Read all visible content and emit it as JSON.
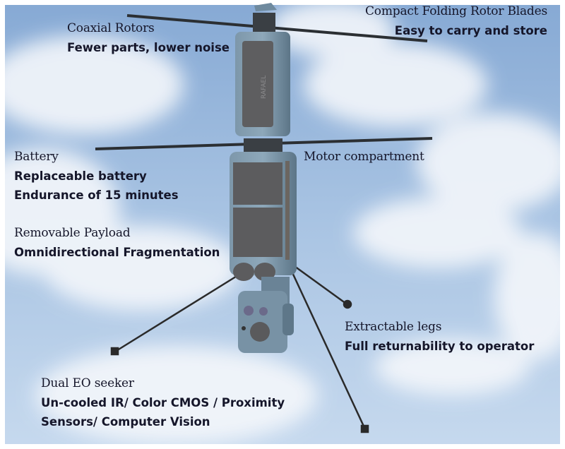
{
  "colors": {
    "sky_top": "#7fa4d2",
    "sky_bottom": "#c9dcef",
    "body": "#6f8a9e",
    "panel": "#5d5d5f",
    "text": "#15162a"
  },
  "logo_text": "RAFAEL",
  "callouts": {
    "coaxial": {
      "title": "Coaxial Rotors",
      "lines": [
        "Fewer parts, lower noise"
      ]
    },
    "blades": {
      "title": "Compact Folding Rotor Blades",
      "lines": [
        "Easy to carry and store"
      ]
    },
    "battery": {
      "title": "Battery",
      "lines": [
        "Replaceable battery",
        "Endurance of 15 minutes"
      ]
    },
    "motor": {
      "title": "Motor compartment"
    },
    "payload": {
      "title": "Removable Payload",
      "lines": [
        "Omnidirectional Fragmentation"
      ]
    },
    "legs": {
      "title": "Extractable legs",
      "lines": [
        "Full returnability to operator"
      ]
    },
    "seeker": {
      "title": "Dual EO seeker",
      "lines": [
        "Un-cooled IR/ Color CMOS / Proximity",
        "Sensors/ Computer Vision"
      ]
    }
  }
}
